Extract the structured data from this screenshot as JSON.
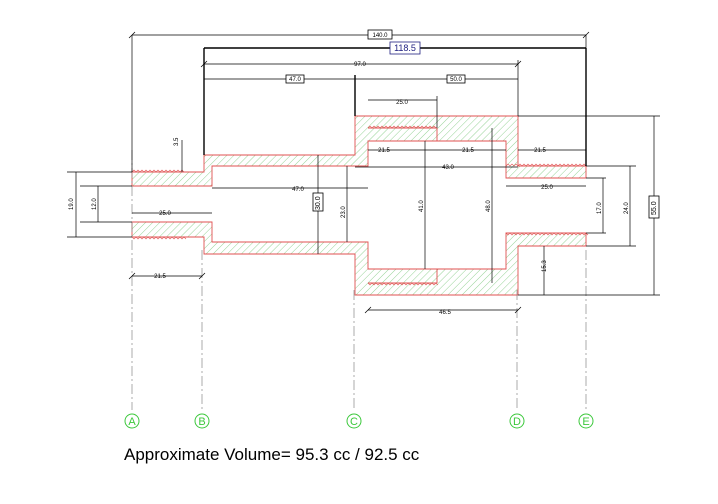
{
  "drawing": {
    "dimensions": {
      "overall_length": "140.0",
      "length_118": "118.5",
      "length_97": "97.0",
      "length_47_top": "47.0",
      "length_50_top": "50.0",
      "cap_inner_25": "25.0",
      "ring_3_5": "3.5",
      "left_bore_21_5": "21.5",
      "cap_step_21_5": "21.5",
      "right_step_21_5": "21.5",
      "inner_43": "43.0",
      "mid_bore_47": "47.0",
      "right_bore_25": "25.0",
      "left_inner_25": "25.0",
      "dia_19": "19.0",
      "dia_12": "12.0",
      "dia_30": "30.0",
      "dia_23": "23.0",
      "dia_41": "41.0",
      "dia_48": "48.0",
      "dia_17": "17.0",
      "dia_24": "24.0",
      "dia_55": "55.0",
      "offset_15_3": "15.3",
      "bottom_21_5": "21.5",
      "bottom_46_5": "46.5"
    },
    "grid_labels": [
      "A",
      "B",
      "C",
      "D",
      "E"
    ],
    "colors": {
      "outline": "#e05050",
      "hatch": "#7cc87c",
      "grid": "#3cc83c",
      "dimension": "#000000"
    }
  },
  "footer": {
    "volume_text": "Approximate Volume= 95.3 cc / 92.5 cc"
  }
}
